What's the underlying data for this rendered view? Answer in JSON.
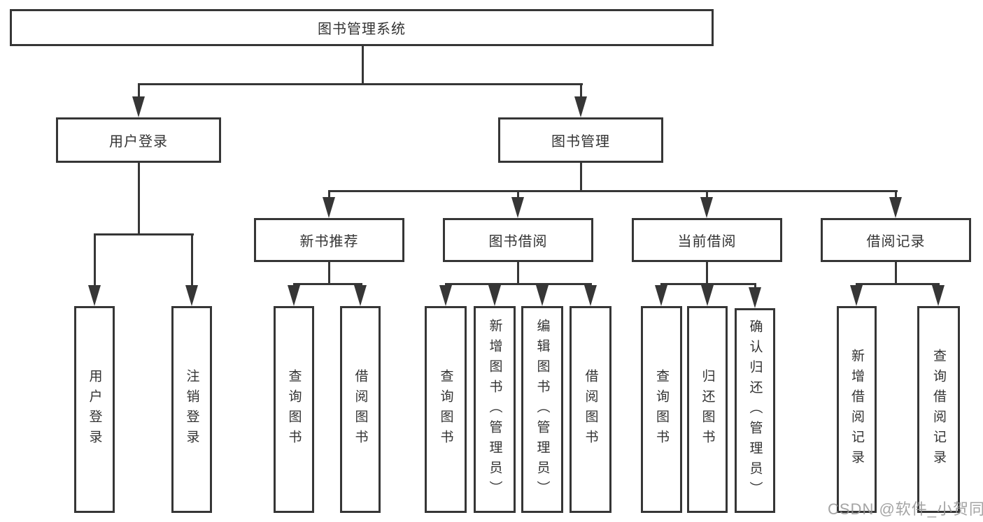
{
  "diagram": {
    "root": {
      "label": "图书管理系统"
    },
    "level2": [
      {
        "label": "用户登录"
      },
      {
        "label": "图书管理"
      }
    ],
    "level3": [
      {
        "label": "新书推荐"
      },
      {
        "label": "图书借阅"
      },
      {
        "label": "当前借阅"
      },
      {
        "label": "借阅记录"
      }
    ],
    "leaves": {
      "user_login": [
        "用户登录",
        "注销登录"
      ],
      "new_book": [
        "查询图书",
        "借阅图书"
      ],
      "book_borrow": [
        "查询图书",
        "新增图书（管理员）",
        "编辑图书（管理员）",
        "借阅图书"
      ],
      "current_borrow": [
        "查询图书",
        "归还图书",
        "确认归还（管理员）"
      ],
      "borrow_record": [
        "新增借阅记录",
        "查询借阅记录"
      ]
    },
    "colors": {
      "line": "#363636",
      "box_border": "#363636",
      "text": "#333333",
      "background": "#ffffff",
      "watermark": "#949494"
    }
  },
  "watermark": {
    "text": "CSDN @软件_小贺同学"
  }
}
